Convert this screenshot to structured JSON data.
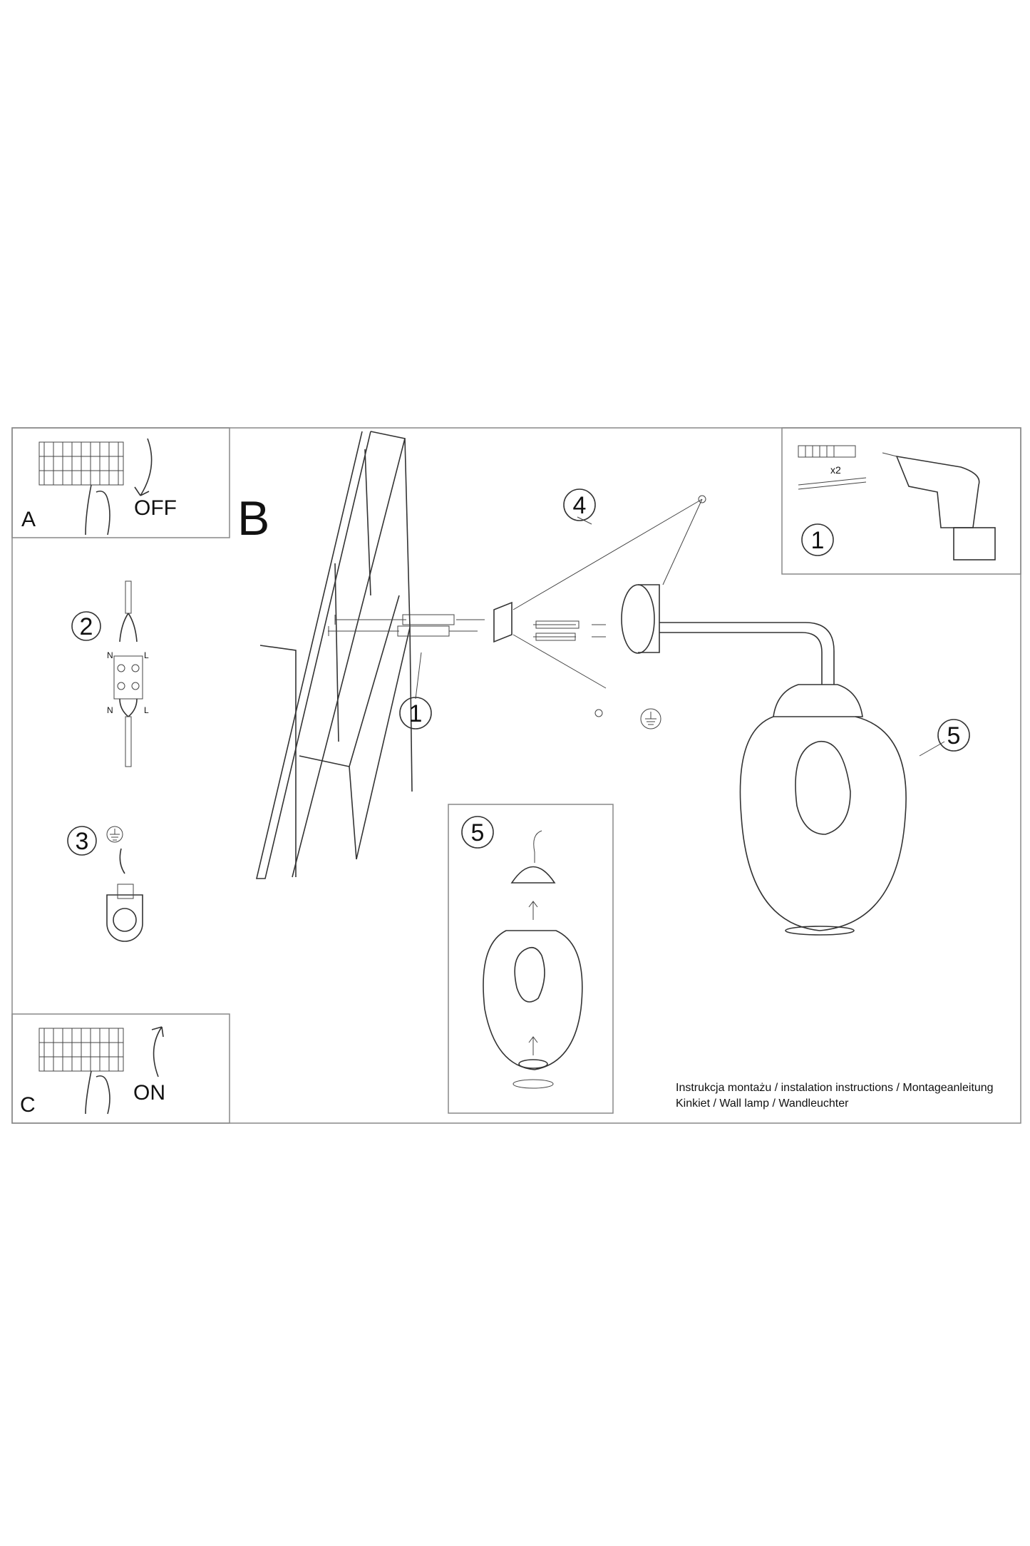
{
  "steps": {
    "a_label": "A",
    "off_label": "OFF",
    "b_label": "B",
    "c_label": "C",
    "on_label": "ON"
  },
  "callouts": {
    "tools_number": "1",
    "anchors_count": "x2",
    "wiring_number": "2",
    "earth_number": "3",
    "dowels_number": "1",
    "bracket_number": "4",
    "shade_number": "5",
    "inset_number": "5",
    "wire_n_top": "N",
    "wire_l_top": "L",
    "wire_n_bottom": "N",
    "wire_l_bottom": "L"
  },
  "caption": {
    "line1": "Instrukcja montażu / instalation instructions / Montageanleitung",
    "line2": "Kinkiet / Wall lamp / Wandleuchter"
  }
}
